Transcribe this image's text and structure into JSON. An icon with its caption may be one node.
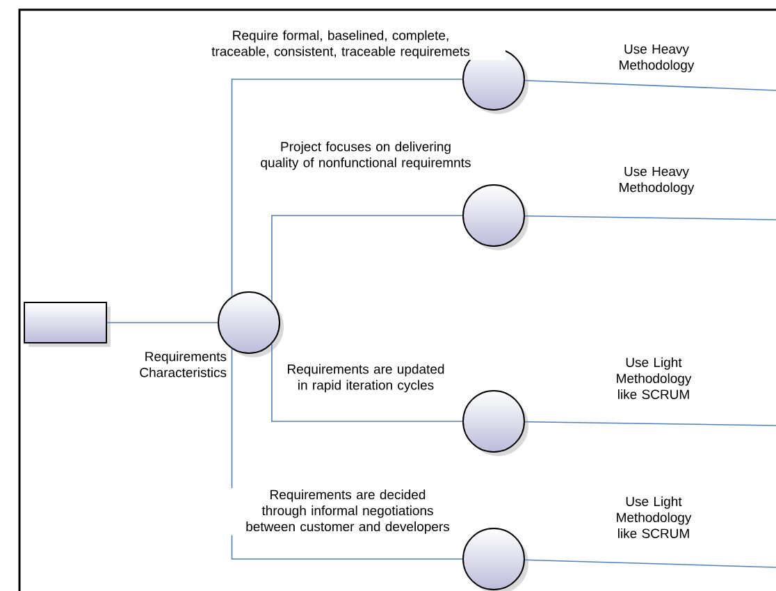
{
  "diagram": {
    "nodes": [
      {
        "text": [],
        "shape": "box"
      },
      {
        "text": [],
        "shape": "circle",
        "beside": [
          "Requirements Characteristics"
        ]
      },
      {
        "text": [],
        "shape": "circle"
      },
      {
        "text": [],
        "shape": "circle"
      },
      {
        "text": [],
        "shape": "circle"
      },
      {
        "text": [],
        "shape": "circle"
      }
    ],
    "edges": [
      {
        "from": 0,
        "to": 1,
        "arrow": "none"
      },
      {
        "from": 1,
        "to": 2,
        "arrow": "none",
        "label": "Require formal, baselined, complete, traceable, consistent, traceable requiremets"
      },
      {
        "from": 1,
        "to": 3,
        "arrow": "none",
        "label": "Project focuses on delivering quality of nonfunctional requiremnts"
      },
      {
        "from": 1,
        "to": 4,
        "arrow": "none",
        "label": "Requirements are updated in rapid iteration cycles"
      },
      {
        "from": 1,
        "to": 5,
        "arrow": "none",
        "label": "Requirements are decided through informal negotiations between customer and developers"
      },
      {
        "from": 2,
        "to": null,
        "arrow": "none",
        "label": "Use Heavy Methodology"
      },
      {
        "from": 3,
        "to": null,
        "arrow": "none",
        "label": "Use Heavy Methodology"
      },
      {
        "from": 4,
        "to": null,
        "arrow": "none",
        "label": "Use Light Methodology like SCRUM"
      },
      {
        "from": 5,
        "to": null,
        "arrow": "none",
        "label": "Use Light Methodology like SCRUM"
      }
    ]
  }
}
